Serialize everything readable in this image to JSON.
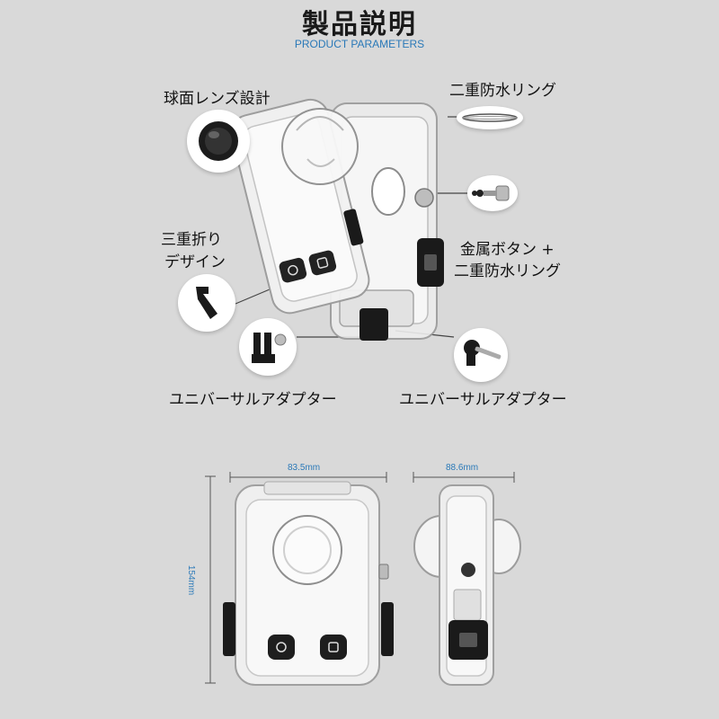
{
  "header": {
    "title": "製品説明",
    "subtitle": "PRODUCT PARAMETERS"
  },
  "features": {
    "spherical_lens": "球面レンズ設計",
    "double_ring_top": "二重防水リング",
    "triple_fold_line1": "三重折り",
    "triple_fold_line2": "デザイン",
    "metal_button_line1": "金属ボタン +",
    "metal_button_line2": "二重防水リング",
    "adapter_left": "ユニバーサルアダプター",
    "adapter_right": "ユニバーサルアダプター"
  },
  "dimensions": {
    "width_front": "83.5mm",
    "width_side": "88.6mm",
    "height": "154mm"
  },
  "colors": {
    "background": "#d9d9d9",
    "accent_blue": "#2a79b8",
    "text_dark": "#111111"
  }
}
